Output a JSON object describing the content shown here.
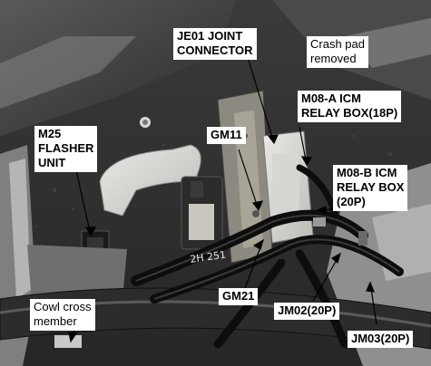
{
  "labels": {
    "je01": "JE01 JOINT\nCONNECTOR",
    "crash_pad": "Crash pad\nremoved",
    "m08a": "M08-A ICM\nRELAY BOX(18P)",
    "gm11": "GM11",
    "m25": "M25\nFLASHER\nUNIT",
    "m08b": "M08-B ICM\nRELAY BOX\n(20P)",
    "cowl": "Cowl cross\nmember",
    "gm21": "GM21",
    "jm02": "JM02(20P)",
    "jm03": "JM03(20P)"
  },
  "handwriting": "2H 251"
}
